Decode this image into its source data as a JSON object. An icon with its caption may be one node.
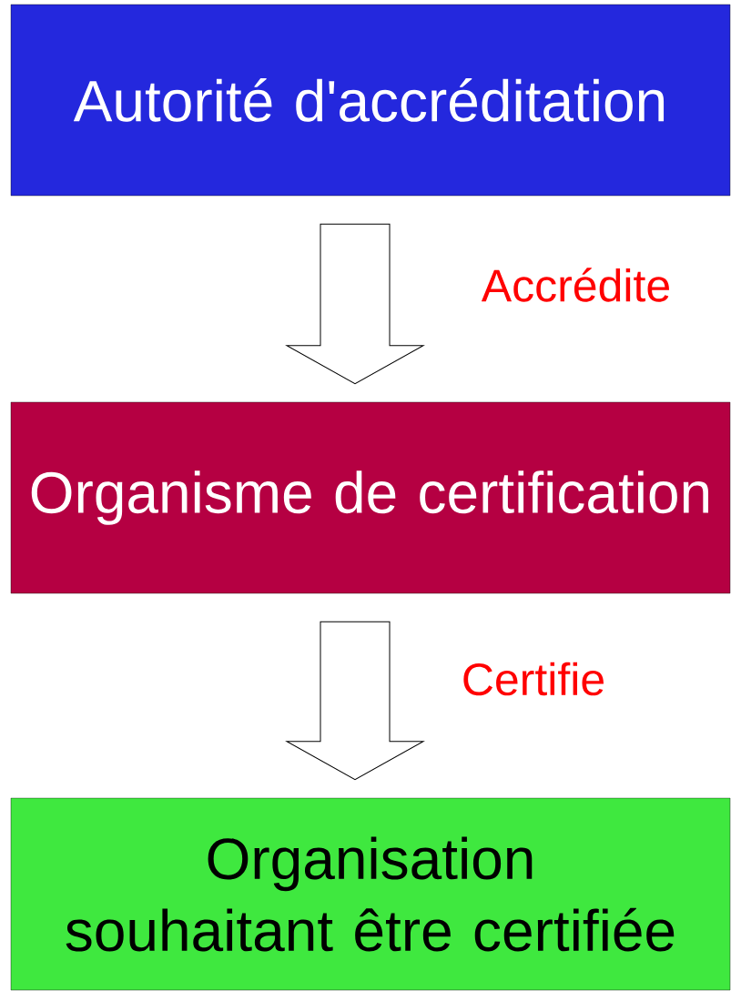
{
  "diagram": {
    "nodes": [
      {
        "text": [
          "Autorité d'accréditation"
        ]
      },
      {
        "text": [
          "Organisme de certification"
        ]
      },
      {
        "text": [
          "Organisation souhaitant être certifiée"
        ]
      }
    ],
    "edges": [
      {
        "from": 0,
        "to": 1,
        "arrow": "to",
        "label": "Accrédite"
      },
      {
        "from": 1,
        "to": 2,
        "arrow": "to",
        "label": "Certifie"
      }
    ]
  }
}
